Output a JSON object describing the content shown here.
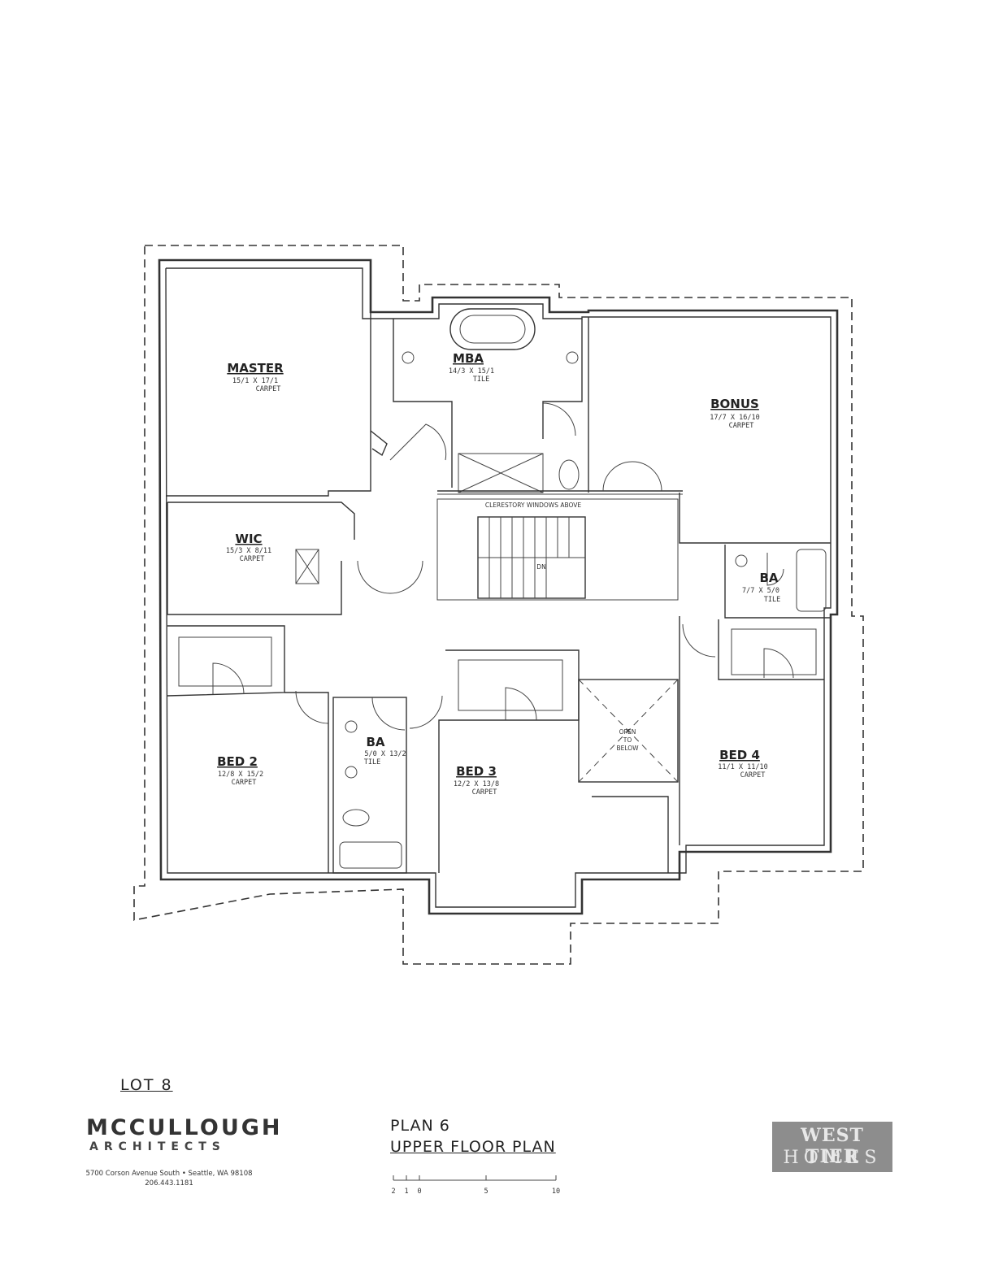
{
  "rooms": {
    "master": {
      "name": "MASTER",
      "dims": "15/1 X 17/1",
      "floor": "CARPET"
    },
    "mba": {
      "name": "MBA",
      "dims": "14/3 X 15/1",
      "floor": "TILE"
    },
    "bonus": {
      "name": "BONUS",
      "dims": "17/7 X 16/10",
      "floor": "CARPET"
    },
    "wic": {
      "name": "WIC",
      "dims": "15/3 X 8/11",
      "floor": "CARPET"
    },
    "ba_right": {
      "name": "BA",
      "dims": "7/7 X 5/0",
      "floor": "TILE"
    },
    "ba_center": {
      "name": "BA",
      "dims": "5/0 X 13/2",
      "floor": "TILE"
    },
    "bed2": {
      "name": "BED 2",
      "dims": "12/8 X 15/2",
      "floor": "CARPET"
    },
    "bed3": {
      "name": "BED 3",
      "dims": "12/2 X 13/8",
      "floor": "CARPET"
    },
    "bed4": {
      "name": "BED 4",
      "dims": "11/1 X 11/10",
      "floor": "CARPET"
    }
  },
  "annotations": {
    "clerestory": "CLERESTORY WINDOWS ABOVE",
    "stair_dn": "DN",
    "open_line1": "OPEN",
    "open_line2": "TO",
    "open_line3": "BELOW"
  },
  "title_block": {
    "lot": "LOT 8",
    "architect_name": "MCCULLOUGH",
    "architect_sub": "ARCHITECTS",
    "address": "5700 Corson Avenue South • Seattle, WA 98108",
    "phone": "206.443.1181",
    "plan_name": "PLAN 6",
    "plan_subtitle": "UPPER FLOOR PLAN",
    "scale_labels": [
      "2",
      "1",
      "0",
      "5",
      "10"
    ],
    "builder_logo_top": "WEST TIER",
    "builder_logo_bottom": "HOMES"
  }
}
